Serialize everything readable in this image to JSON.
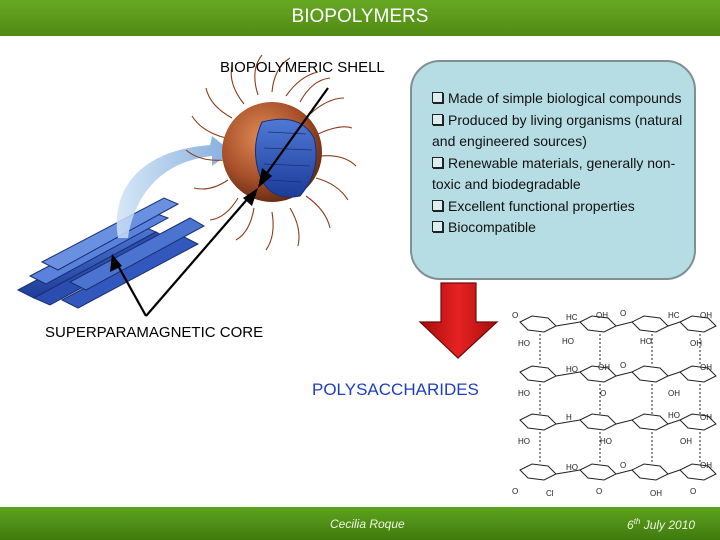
{
  "header": {
    "title": "BIOPOLYMERS"
  },
  "labels": {
    "shell": "BIOPOLYMERIC SHELL",
    "core": "SUPERPARAMAGNETIC CORE",
    "polysaccharides": "POLYSACCHARIDES"
  },
  "info_box": {
    "items": [
      "Made of simple biological compounds",
      "Produced by living organisms (natural and engineered sources)",
      "Renewable materials, generally non-toxic and biodegradable",
      "Excellent functional properties",
      "Biocompatible"
    ]
  },
  "footer": {
    "author": "Cecilia Roque",
    "date_day": "6",
    "date_suffix": "th",
    "date_rest": " July 2010"
  },
  "colors": {
    "header_green": "#5a9a1c",
    "box_fill": "#b7dde4",
    "arrow_red": "#d01818",
    "poly_blue": "#1f3fbf"
  },
  "structure_atoms": [
    "O",
    "HO",
    "OH",
    "HC",
    "H",
    "Cl"
  ]
}
